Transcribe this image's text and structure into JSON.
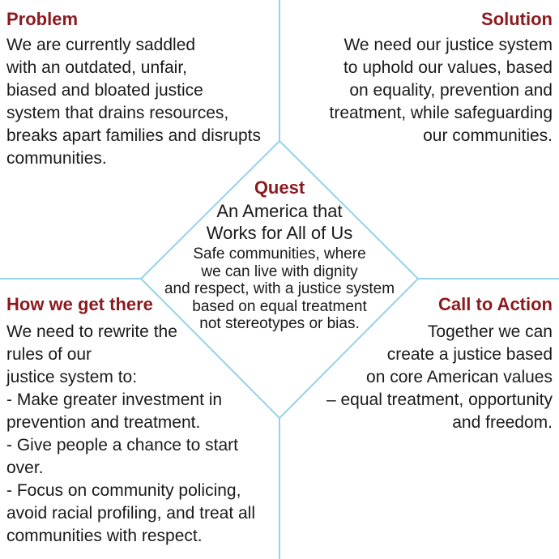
{
  "colors": {
    "heading": "#8b1a1e",
    "body": "#1a1a1a",
    "line": "#95d3e8",
    "background": "#ffffff"
  },
  "quadrants": {
    "problem": {
      "title": "Problem",
      "lines": [
        "We are currently saddled",
        "with an outdated, unfair,",
        "biased and bloated justice",
        "system that drains resources,",
        "breaks apart families and disrupts",
        "communities."
      ]
    },
    "solution": {
      "title": "Solution",
      "lines": [
        "We need our justice system",
        "to uphold our values, based",
        "on equality, prevention and",
        "treatment, while safeguarding",
        "our communities."
      ]
    },
    "how_we_get_there": {
      "title": "How we get there",
      "lines": [
        "We need to rewrite the",
        "rules of our",
        "justice system to:",
        "- Make greater investment in",
        "prevention and treatment.",
        "- Give people a chance to start",
        "over.",
        "- Focus on community policing,",
        "avoid racial profiling, and treat all",
        "communities with respect."
      ]
    },
    "call_to_action": {
      "title": "Call to Action",
      "lines": [
        "Together we can",
        "create a justice based",
        "on core American values",
        "– equal treatment, opportunity",
        "and freedom."
      ]
    }
  },
  "center": {
    "title": "Quest",
    "subtitle_lines": [
      "An America that",
      "Works for All of Us"
    ],
    "body_lines": [
      "Safe communities, where",
      "we can live with dignity",
      "and respect, with a justice system",
      "based on equal treatment",
      "not stereotypes or bias."
    ]
  }
}
